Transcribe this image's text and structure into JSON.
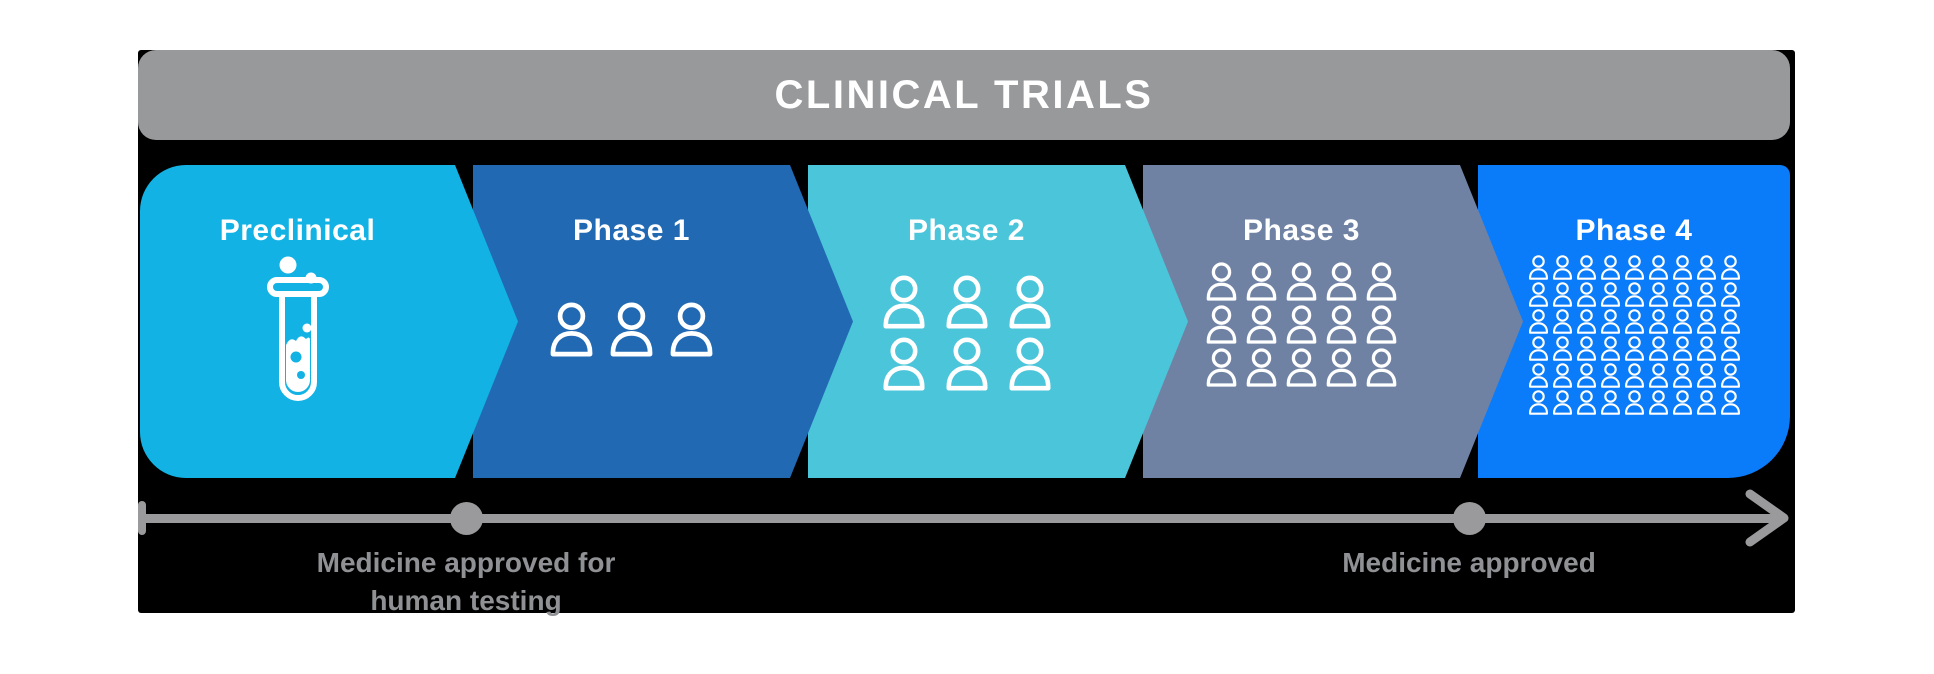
{
  "header": {
    "title": "CLINICAL TRIALS",
    "bar_color": "#97999B",
    "text_color": "#FFFFFF"
  },
  "panel": {
    "background": "#000000"
  },
  "phases": [
    {
      "id": "preclinical",
      "label": "Preclinical",
      "color": "#12B2E4",
      "icon": "test-tube-icon"
    },
    {
      "id": "phase-1",
      "label": "Phase 1",
      "color": "#2169B3",
      "icon": "person-icon",
      "people": {
        "rows": 1,
        "cols": 3,
        "total": 3
      }
    },
    {
      "id": "phase-2",
      "label": "Phase 2",
      "color": "#4BC5DA",
      "icon": "person-icon",
      "people": {
        "rows": 2,
        "cols": 3,
        "total": 6
      }
    },
    {
      "id": "phase-3",
      "label": "Phase 3",
      "color": "#6F82A4",
      "icon": "person-icon",
      "people": {
        "rows": 3,
        "cols": 5,
        "total": 15
      }
    },
    {
      "id": "phase-4",
      "label": "Phase 4",
      "color": "#0A7CFA",
      "icon": "person-icon",
      "people": {
        "rows": 6,
        "cols": 9,
        "total": 54
      }
    }
  ],
  "timeline": {
    "color": "#9A9A9C",
    "label_color": "#8F9194",
    "milestones": [
      {
        "line1": "Medicine approved for",
        "line2": "human testing"
      },
      {
        "line1": "Medicine approved",
        "line2": ""
      }
    ]
  }
}
